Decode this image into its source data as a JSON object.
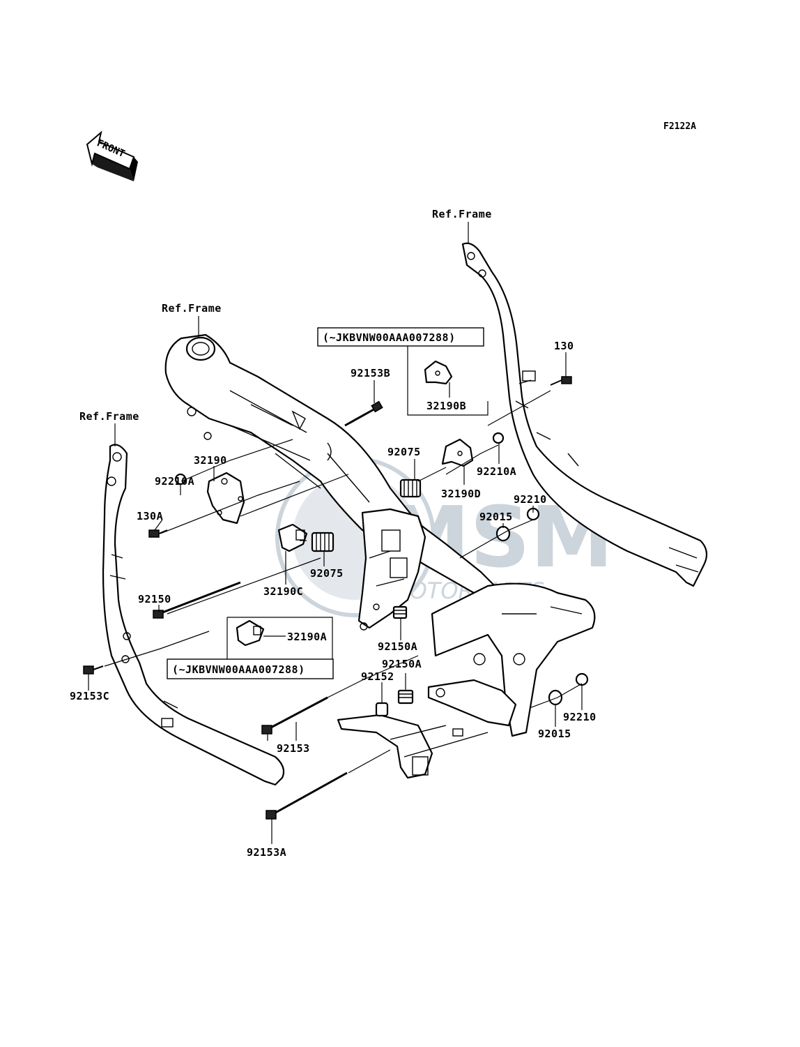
{
  "diagram_code": "F2122A",
  "front_label": "FRONT",
  "ref_frame_label": "Ref.Frame",
  "serial_note": "(~JKBVNW00AAA007288)",
  "watermark": {
    "brand": "MSM",
    "sub": "MOTORPARTS",
    "color": "#c4cdd6"
  },
  "parts": {
    "p130": "130",
    "p130A": "130A",
    "p32190": "32190",
    "p32190A": "32190A",
    "p32190B": "32190B",
    "p32190C": "32190C",
    "p32190D": "32190D",
    "p92015": "92015",
    "p92075": "92075",
    "p92150": "92150",
    "p92150A": "92150A",
    "p92152": "92152",
    "p92153": "92153",
    "p92153A": "92153A",
    "p92153B": "92153B",
    "p92153C": "92153C",
    "p92210": "92210",
    "p92210A": "92210A"
  }
}
